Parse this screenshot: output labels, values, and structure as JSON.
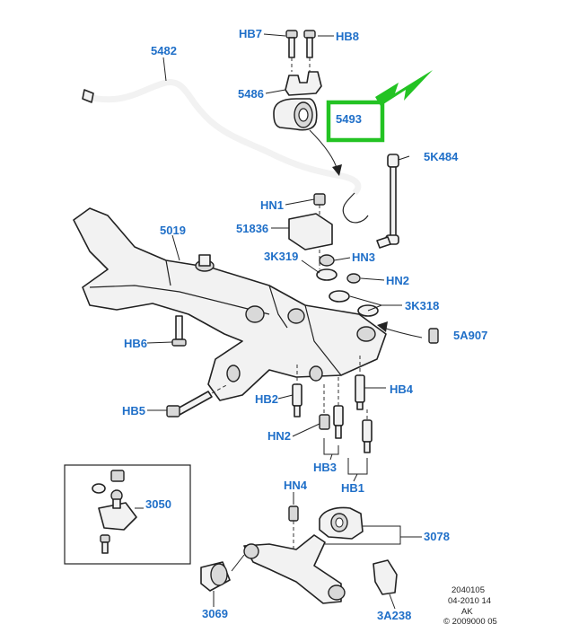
{
  "callouts": {
    "hb7": "HB7",
    "hb8": "HB8",
    "p5482": "5482",
    "p5486": "5486",
    "p5493": "5493",
    "p5k484": "5K484",
    "hn1": "HN1",
    "p51836": "51836",
    "p5019": "5019",
    "p3k319": "3K319",
    "hn3": "HN3",
    "hn2_top": "HN2",
    "p3k318": "3K318",
    "p5a907": "5A907",
    "hb6": "HB6",
    "hb4": "HB4",
    "hb2": "HB2",
    "hb5": "HB5",
    "hn2_low": "HN2",
    "hb3": "HB3",
    "hb1": "HB1",
    "p3050": "3050",
    "hn4": "HN4",
    "p3078": "3078",
    "p3069": "3069",
    "p3a238": "3A238"
  },
  "reference": {
    "line1": "2040105",
    "line2": "04-2010 14",
    "line3": "AK",
    "line4": "© 2009000 05"
  },
  "highlight": {
    "color": "#23c323"
  },
  "label_color": "#1f6fc8"
}
